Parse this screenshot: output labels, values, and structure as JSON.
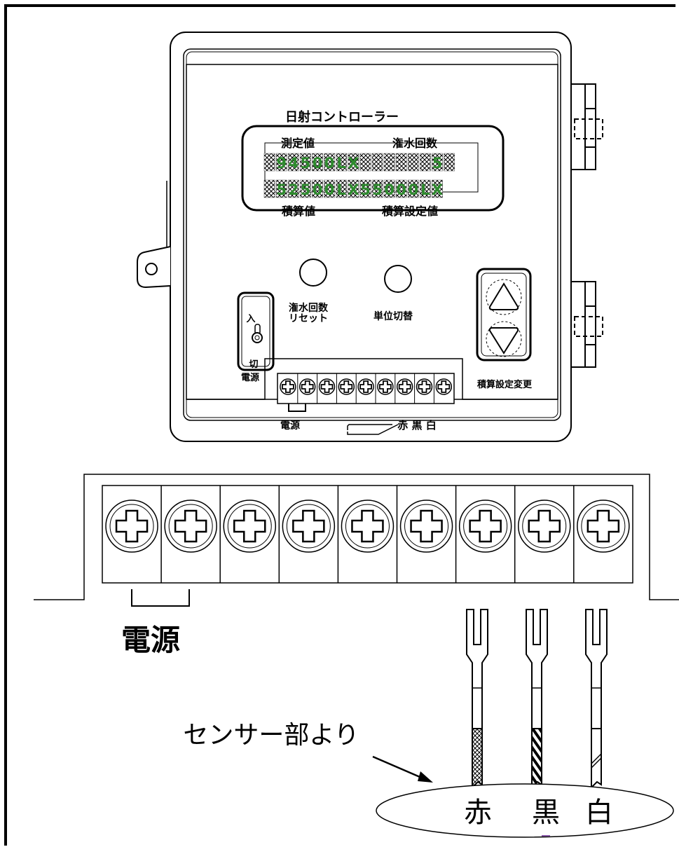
{
  "device": {
    "title": "日射コントローラー",
    "display": {
      "label_measured": "測定値",
      "label_irrigation_count": "潅水回数",
      "label_accumulated": "積算値",
      "label_accumulated_setting": "積算設定値",
      "row1_text": "94500LX",
      "row1_count": "5",
      "row2_text": "52500LX",
      "row2_setting": "55000LX",
      "segment_color": "#2e8b2e"
    },
    "buttons": {
      "irrigation_reset_line1": "潅水回数",
      "irrigation_reset_line2": "リセット",
      "unit_switch": "単位切替",
      "accum_setting_change": "積算設定変更"
    },
    "power_switch": {
      "on_label": "入",
      "off_label": "切",
      "name_label": "電源"
    },
    "terminal_small": {
      "power_label": "電源",
      "wire_labels": "赤 黒 白"
    }
  },
  "terminal_block": {
    "terminal_count": 9,
    "power_label": "電源"
  },
  "sensor": {
    "from_label": "センサー部より",
    "wire_red": "赤",
    "wire_black": "黒",
    "wire_white": "白"
  }
}
